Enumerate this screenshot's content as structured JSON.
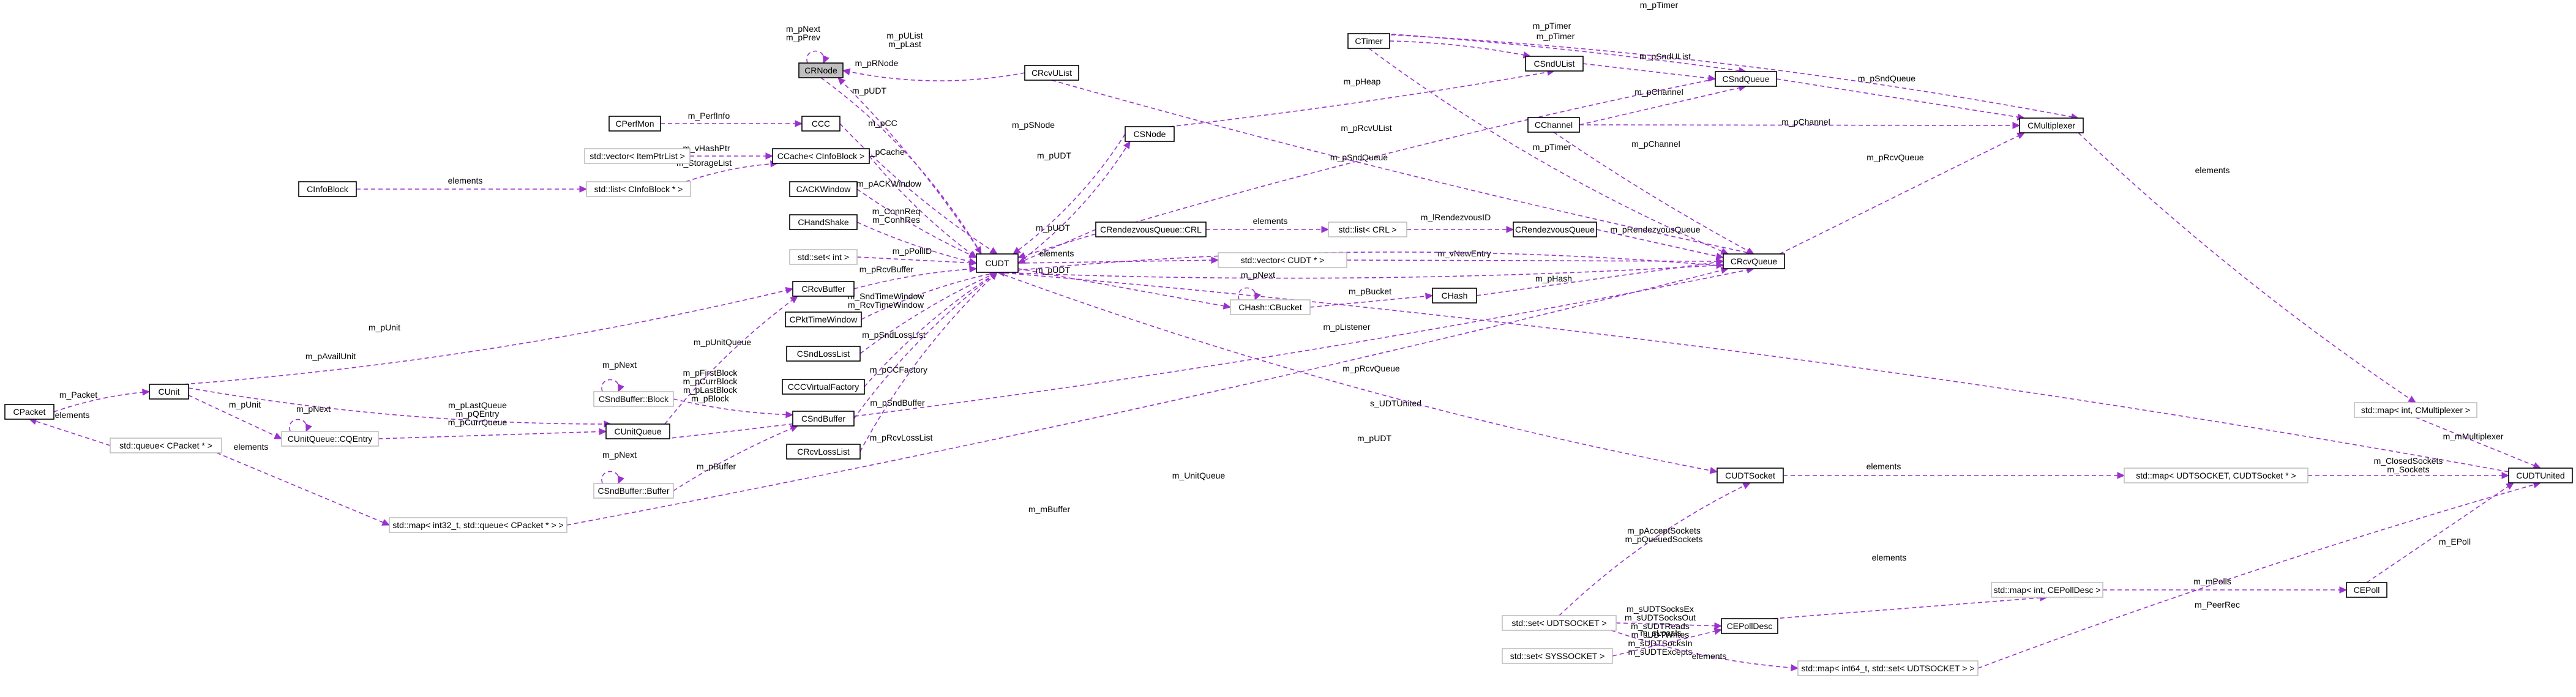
{
  "colors": {
    "edge": "#9a32cd",
    "focus_fill": "#bfbfbf",
    "template_border": "#bfbfbf",
    "box_border": "#000000"
  },
  "nodes": {
    "crnode": "CRNode",
    "ccc": "CCC",
    "cperfmon": "CPerfMon",
    "vector_itemptrlist": "std::vector< ItemPtrList >",
    "ccache_cinfoblock": "CCache< CInfoBlock >",
    "list_cinfoblock": "std::list< CInfoBlock * >",
    "cinfoblock": "CInfoBlock",
    "cackwindow": "CACKWindow",
    "chandshake": "CHandShake",
    "set_int": "std::set< int >",
    "crcvbuffer": "CRcvBuffer",
    "cpkttimewindow": "CPktTimeWindow",
    "csndlosslist": "CSndLossList",
    "cccvirtualfactory": "CCCVirtualFactory",
    "csndbuffer": "CSndBuffer",
    "crcvlosslist": "CRcvLossList",
    "cunit": "CUnit",
    "cpacket": "CPacket",
    "csndbuffer_block": "CSndBuffer::Block",
    "cunitqueue_cqentry": "CUnitQueue::CQEntry",
    "cunitqueue": "CUnitQueue",
    "queue_cpacket": "std::queue< CPacket * >",
    "csndbuffer_buffer": "CSndBuffer::Buffer",
    "map_int32_queue": "std::map< int32_t, std::queue< CPacket * > >",
    "cudt": "CUDT",
    "crcvulist": "CRcvUList",
    "csnode": "CSNode",
    "crendezvousqueue_crl": "CRendezvousQueue::CRL",
    "list_crl": "std::list< CRL >",
    "crendezvousqueue": "CRendezvousQueue",
    "vector_cudt": "std::vector< CUDT * >",
    "chash_cbucket": "CHash::CBucket",
    "chash": "CHash",
    "ctimer": "CTimer",
    "csndulist": "CSndUList",
    "csndqueue": "CSndQueue",
    "cchannel": "CChannel",
    "cmultiplexer": "CMultiplexer",
    "crcvqueue": "CRcvQueue",
    "map_int_cmultiplexer": "std::map< int, CMultiplexer >",
    "cudtsocket": "CUDTSocket",
    "map_udtsocket": "std::map< UDTSOCKET, CUDTSocket * >",
    "cudtunited": "CUDTUnited",
    "map_int_cepolldesc": "std::map< int, CEPollDesc >",
    "cepoll": "CEPoll",
    "cepolldesc": "CEPollDesc",
    "set_udtsocket": "std::set< UDTSOCKET >",
    "set_syssocket": "std::set< SYSSOCKET >",
    "map_int64_set": "std::map< int64_t, std::set< UDTSOCKET > >"
  },
  "edges": {
    "crnode_self": [
      "m_pNext",
      "m_pPrev"
    ],
    "crcvulist_crnode": [
      "m_pUList",
      "m_pLast"
    ],
    "cudt_crnode": [
      "m_pRNode"
    ],
    "crnode_cudt": [
      "m_pUDT"
    ],
    "cperfmon_ccc": [
      "m_PerfInfo"
    ],
    "ccc_cudt": [
      "m_pCC"
    ],
    "csnode_cudt": [
      "m_pSNode"
    ],
    "cudt_csnode": [
      "m_pUDT"
    ],
    "vector_ccache": [
      "m_vHashPtr"
    ],
    "list_ccache": [
      "m_StorageList"
    ],
    "ccache_cudt": [
      "m_pCache"
    ],
    "cinfoblock_list": [
      "elements"
    ],
    "cackwindow_cudt": [
      "m_pACKWindow"
    ],
    "chandshake_cudt": [
      "m_ConnReq",
      "m_ConnRes"
    ],
    "setint_cudt": [
      "m_pPollID"
    ],
    "crcvbuffer_cudt": [
      "m_pRcvBuffer"
    ],
    "cpkttime_cudt": [
      "m_SndTimeWindow",
      "m_RcvTimeWindow"
    ],
    "csndloss_cudt": [
      "m_pSndLossList"
    ],
    "cccfactory_cudt": [
      "m_pCCFactory"
    ],
    "csndbuffer_cudt": [
      "m_pSndBuffer"
    ],
    "crcvloss_cudt": [
      "m_pRcvLossList"
    ],
    "cunit_crcvbuffer": [
      "m_pUnit"
    ],
    "cunit_cunitqueue": [
      "m_pAvailUnit"
    ],
    "cpacket_cunit": [
      "m_Packet"
    ],
    "cpacket_queue": [
      "elements"
    ],
    "cunit_cqentry": [
      "m_pUnit"
    ],
    "cqentry_self": [
      "m_pNext"
    ],
    "cqentry_cunitqueue": [
      "m_pLastQueue",
      "m_pQEntry",
      "m_pCurrQueue"
    ],
    "cunitqueue_crcvbuffer": [
      "m_pUnitQueue"
    ],
    "block_self": [
      "m_pNext"
    ],
    "block_csndbuffer": [
      "m_pFirstBlock",
      "m_pCurrBlock",
      "m_pLastBlock",
      "m_pBlock"
    ],
    "buffer_self": [
      "m_pNext"
    ],
    "buffer_csndbuffer": [
      "m_pBuffer"
    ],
    "queue_map32": [
      "elements"
    ],
    "crl_cudt": [
      "m_pUDT"
    ],
    "crl_list": [
      "elements"
    ],
    "list_crendezvousqueue": [
      "m_lRendezvousID"
    ],
    "crendezvous_crcvqueue": [
      "m_pRendezvousQueue"
    ],
    "cudt_vector": [
      "elements"
    ],
    "vector_crcvqueue": [
      "m_vNewEntry"
    ],
    "cbucket_self": [
      "m_pNext"
    ],
    "cudt_cbucket": [
      "m_pUDT"
    ],
    "cbucket_chash": [
      "m_pBucket"
    ],
    "chash_crcvqueue": [
      "m_pHash"
    ],
    "cudt_crcvqueue_listener": [
      "m_pListener"
    ],
    "crcvqueue_cudt": [
      "m_pRcvQueue"
    ],
    "crcvulist_crcvqueue": [
      "m_pRcvUList"
    ],
    "csndqueue_cudt": [
      "m_pSndQueue"
    ],
    "ctimer_csndulist": [
      "m_pTimer"
    ],
    "ctimer_csndqueue": [
      "m_pTimer"
    ],
    "ctimer_crcvqueue": [
      "m_pTimer"
    ],
    "ctimer_cmultiplexer": [
      "m_pTimer"
    ],
    "csndulist_csndqueue": [
      "m_pSndUList"
    ],
    "csnode_heap": [
      "m_pHeap"
    ],
    "cchannel_csndqueue": [
      "m_pChannel"
    ],
    "cchannel_crcvqueue": [
      "m_pChannel"
    ],
    "cchannel_cmultiplexer": [
      "m_pChannel"
    ],
    "csndqueue_cmultiplexer": [
      "m_pSndQueue"
    ],
    "crcvqueue_cmultiplexer": [
      "m_pRcvQueue"
    ],
    "cmultiplexer_map": [
      "elements"
    ],
    "map_cudtunited": [
      "m_mMultiplexer"
    ],
    "cudtunited_cudt": [
      "s_UDTUnited"
    ],
    "cudt_cudtsocket": [
      "m_pUDT"
    ],
    "cunitqueue_crcvqueue": [
      "m_UnitQueue"
    ],
    "map32_crcvqueue": [
      "m_mBuffer"
    ],
    "cudtsocket_map": [
      "elements"
    ],
    "map_udtsocket_cudtunited": [
      "m_ClosedSockets",
      "m_Sockets"
    ],
    "cepoll_cudtunited": [
      "m_EPoll"
    ],
    "map_cepolldesc_cepoll": [
      "m_mPolls"
    ],
    "cepolldesc_map": [
      "elements"
    ],
    "setudt_cudtsocket": [
      "m_pAcceptSockets",
      "m_pQueuedSockets"
    ],
    "setudt_cepolldesc": [
      "m_sUDTSocksEx",
      "m_sUDTSocksOut",
      "m_sUDTReads",
      "m_sUDTWrites",
      "m_sUDTSocksIn",
      "m_sUDTExcepts"
    ],
    "setsys_cepolldesc": [
      "m_sLocals"
    ],
    "setudt_map64": [
      "elements"
    ],
    "map64_cudtunited": [
      "m_PeerRec"
    ]
  }
}
